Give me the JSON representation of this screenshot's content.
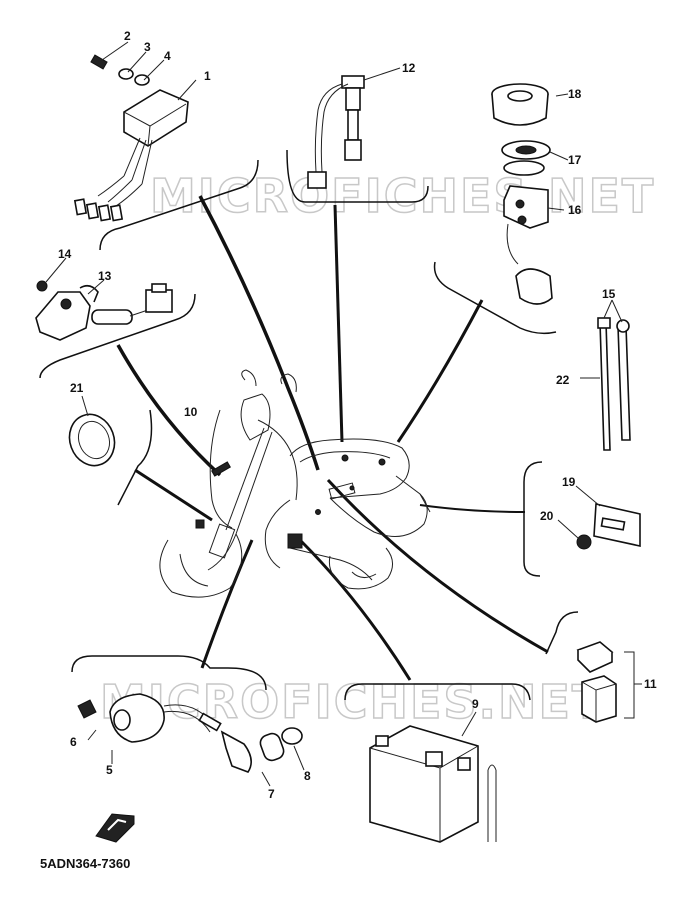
{
  "watermarks": [
    "MICROFICHES.NET",
    "MICROFICHES.NET"
  ],
  "diagram_code": "5ADN364-7360",
  "callouts": {
    "c1": "1",
    "c2": "2",
    "c3": "3",
    "c4": "4",
    "c5": "5",
    "c6": "6",
    "c7": "7",
    "c8": "8",
    "c9": "9",
    "c10": "10",
    "c11": "11",
    "c12": "12",
    "c13": "13",
    "c14": "14",
    "c15": "15",
    "c16": "16",
    "c17": "17",
    "c18": "18",
    "c19": "19",
    "c20": "20",
    "c21": "21",
    "c22": "22"
  }
}
